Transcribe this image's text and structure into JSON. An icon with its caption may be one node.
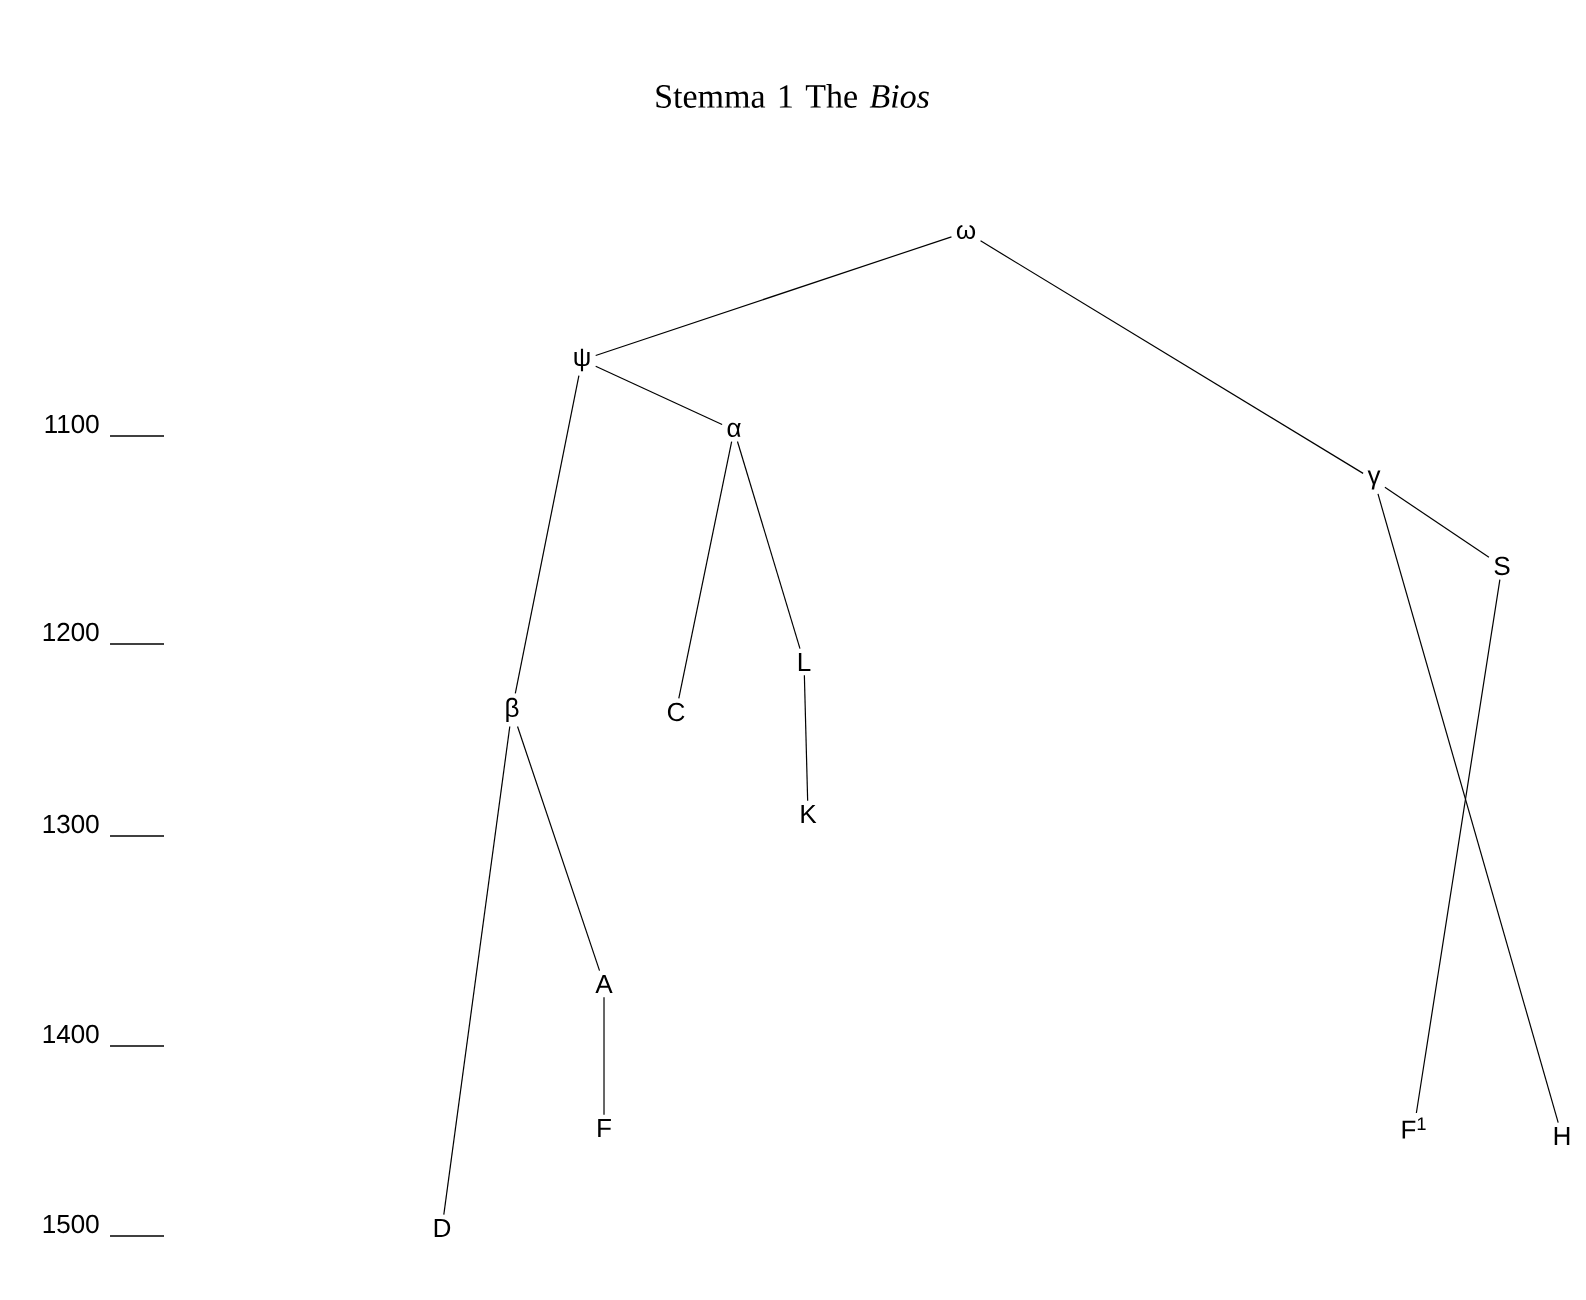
{
  "diagram": {
    "title": "Stemma 1 The *Bios*",
    "nodes": [
      {
        "text": [
          "ω"
        ]
      },
      {
        "text": [
          "ψ"
        ]
      },
      {
        "text": [
          "α"
        ]
      },
      {
        "text": [
          "γ"
        ]
      },
      {
        "text": [
          "S"
        ]
      },
      {
        "text": [
          "β"
        ]
      },
      {
        "text": [
          "C"
        ]
      },
      {
        "text": [
          "L"
        ]
      },
      {
        "text": [
          "K"
        ]
      },
      {
        "text": [
          "A"
        ]
      },
      {
        "text": [
          "F"
        ]
      },
      {
        "text": [
          "F$^{1}$"
        ]
      },
      {
        "text": [
          "H"
        ]
      },
      {
        "text": [
          "D"
        ]
      }
    ],
    "edges": [
      {
        "from": 0,
        "to": 1,
        "arrow": "none"
      },
      {
        "from": 0,
        "to": 3,
        "arrow": "none"
      },
      {
        "from": 1,
        "to": 5,
        "arrow": "none"
      },
      {
        "from": 1,
        "to": 2,
        "arrow": "none"
      },
      {
        "from": 2,
        "to": 6,
        "arrow": "none"
      },
      {
        "from": 2,
        "to": 7,
        "arrow": "none"
      },
      {
        "from": 7,
        "to": 8,
        "arrow": "none"
      },
      {
        "from": 5,
        "to": 13,
        "arrow": "none"
      },
      {
        "from": 5,
        "to": 9,
        "arrow": "none"
      },
      {
        "from": 9,
        "to": 10,
        "arrow": "none"
      },
      {
        "from": 3,
        "to": 4,
        "arrow": "none"
      },
      {
        "from": 3,
        "to": 12,
        "arrow": "none"
      },
      {
        "from": 4,
        "to": 11,
        "arrow": "none"
      }
    ],
    "labels": [
      "1100",
      "1200",
      "1300",
      "1400",
      "1500"
    ]
  }
}
